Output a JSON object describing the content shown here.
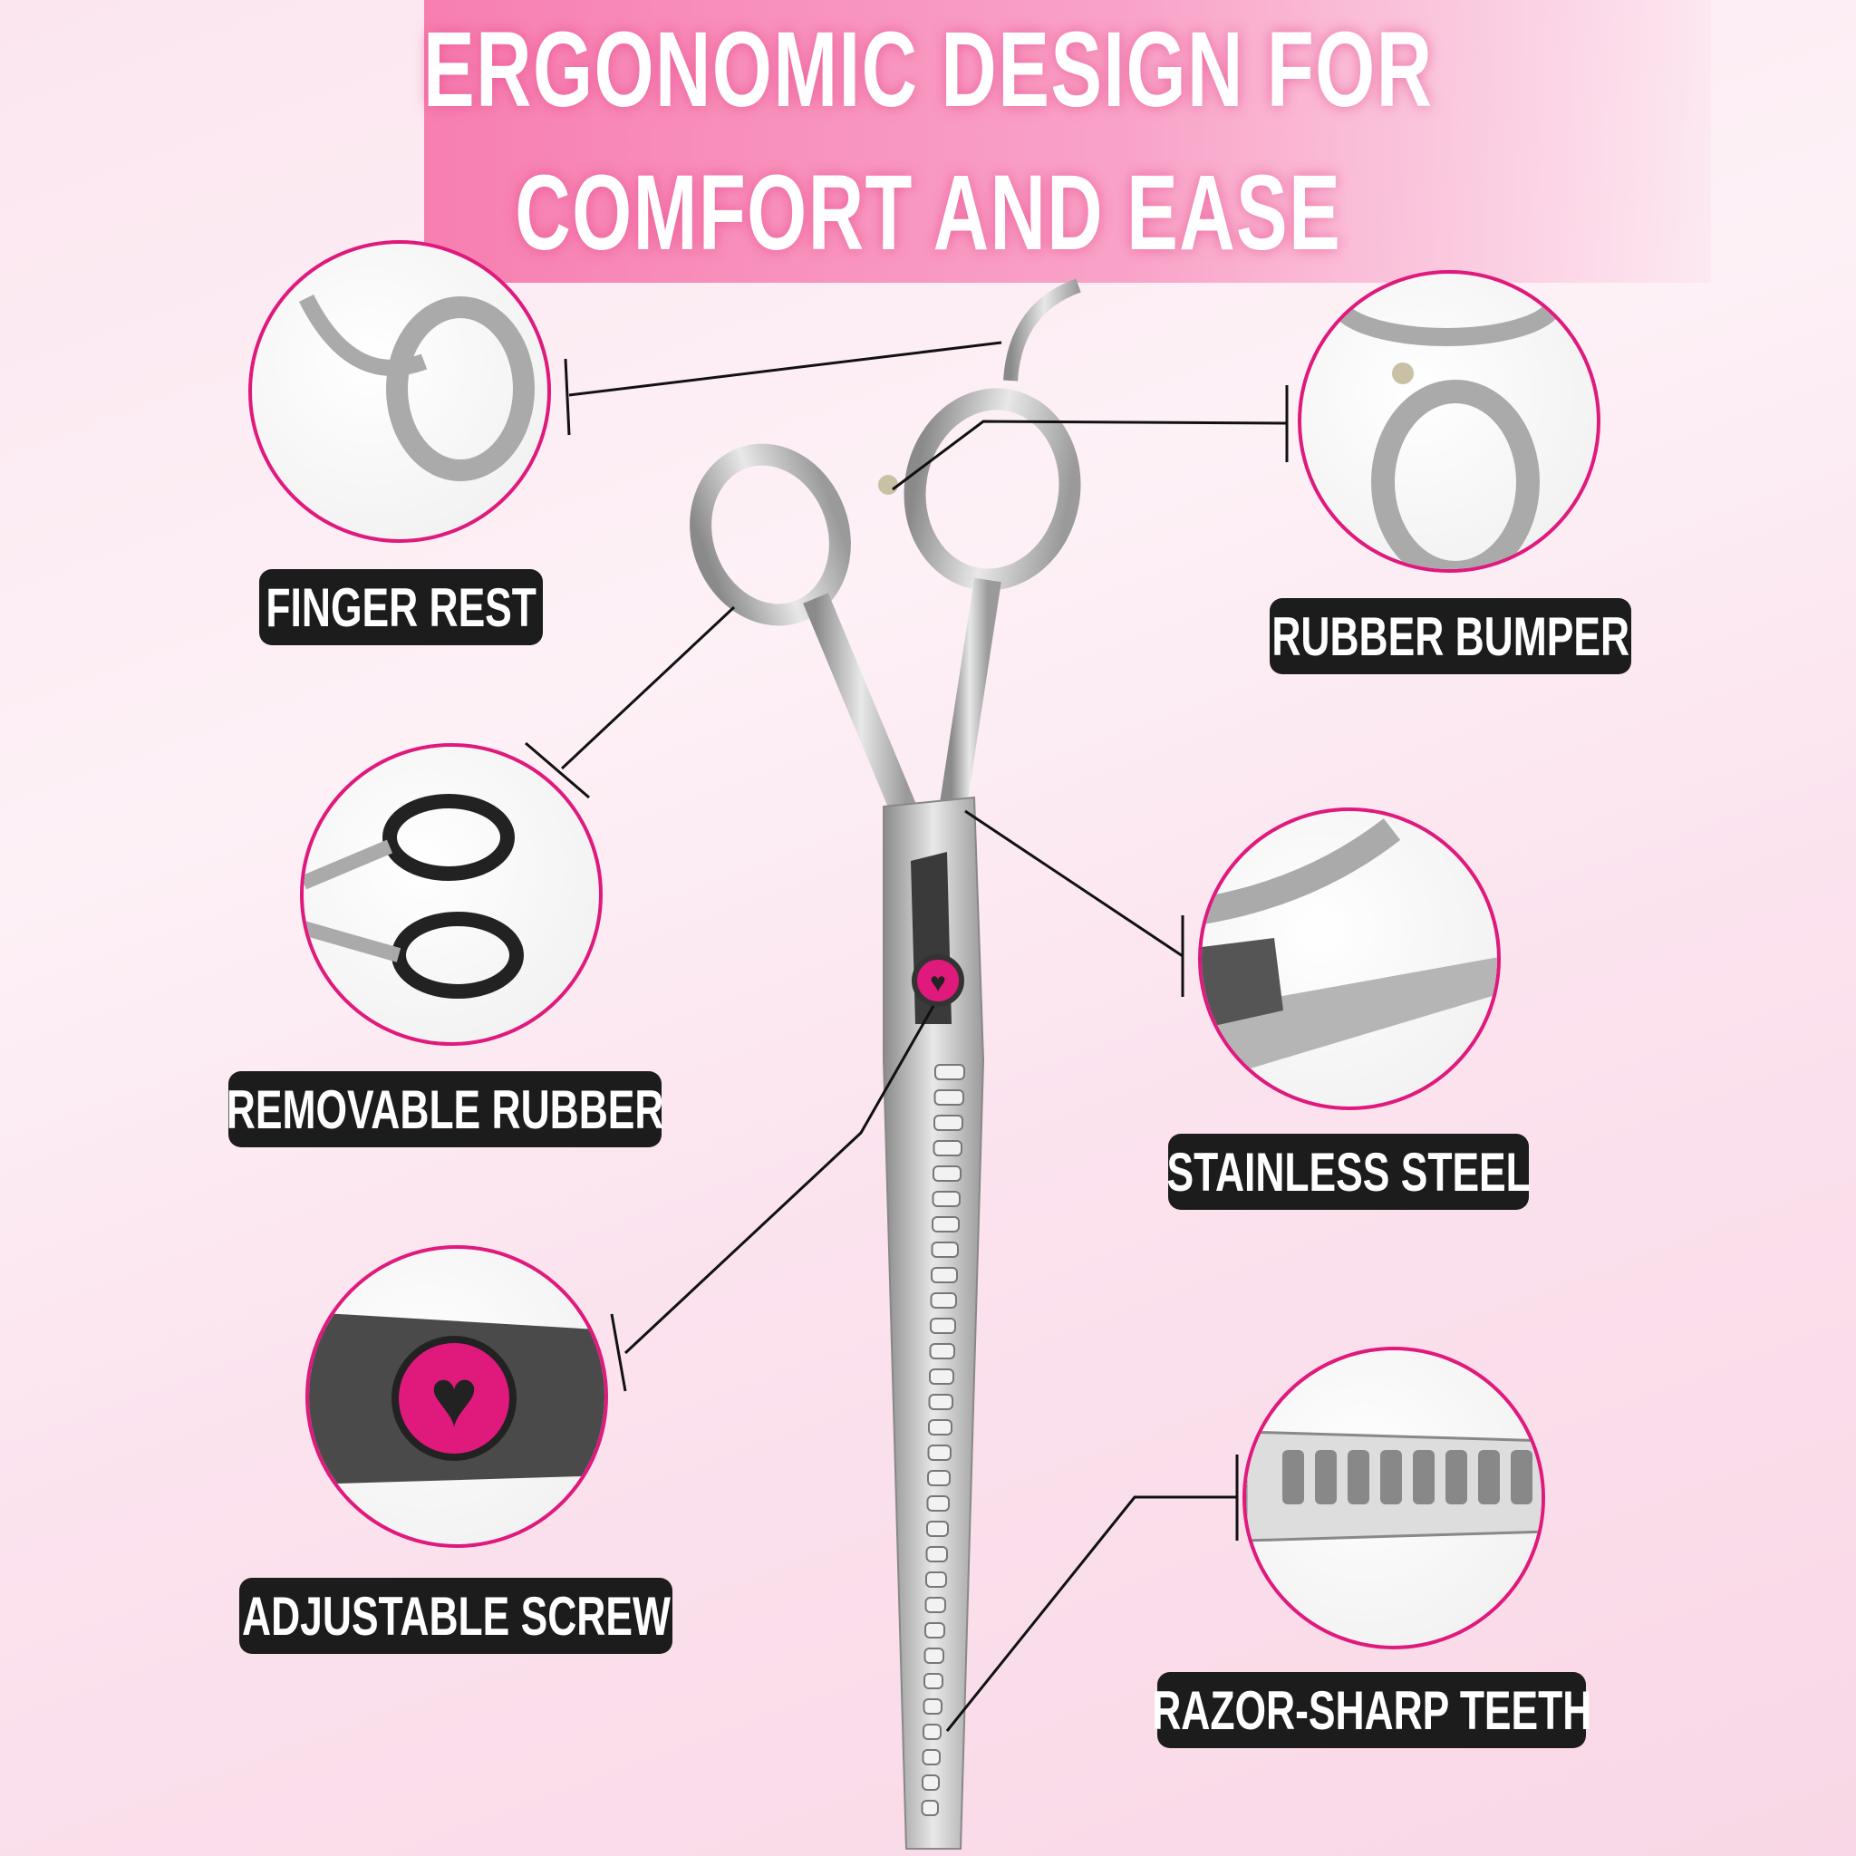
{
  "header": {
    "title_line1": "ERGONOMIC DESIGN FOR",
    "title_line2": "COMFORT AND EASE"
  },
  "features": [
    {
      "label": "FINGER REST",
      "icon": "finger-rest-closeup"
    },
    {
      "label": "RUBBER BUMPER",
      "icon": "rubber-bumper-closeup"
    },
    {
      "label": "REMOVABLE RUBBER",
      "icon": "removable-rubber-closeup"
    },
    {
      "label": "STAINLESS STEEL",
      "icon": "stainless-steel-closeup"
    },
    {
      "label": "ADJUSTABLE SCREW",
      "icon": "adjustable-screw-closeup"
    },
    {
      "label": "RAZOR-SHARP TEETH",
      "icon": "razor-teeth-closeup"
    }
  ],
  "colors": {
    "accent": "#e0197d",
    "banner": "#f77fb0",
    "label_bg": "#1c1c1c"
  }
}
